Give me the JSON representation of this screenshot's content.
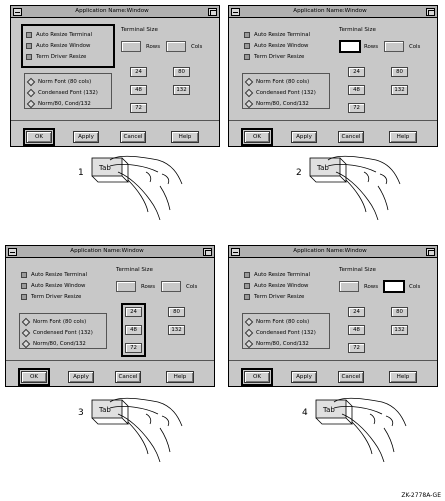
{
  "panels": [
    {
      "step": "1",
      "focus": "checkboxes"
    },
    {
      "step": "2",
      "focus": "rows"
    },
    {
      "step": "3",
      "focus": "presets"
    },
    {
      "step": "4",
      "focus": "cols"
    }
  ],
  "window": {
    "title": "Application Name:Window"
  },
  "checkboxes": [
    "Auto Resize Terminal",
    "Auto Resize Window",
    "Term Driver Resize"
  ],
  "radios": [
    "Norm Font (80 cols)",
    "Condensed Font (132)",
    "Norm/80, Cond/132"
  ],
  "terminal_size": {
    "label": "Terminal Size",
    "rows_label": "Rows",
    "cols_label": "Cols",
    "row_presets": [
      "24",
      "48",
      "72"
    ],
    "col_presets": [
      "80",
      "132"
    ]
  },
  "buttons": {
    "ok": "OK",
    "apply": "Apply",
    "cancel": "Cancel",
    "help": "Help"
  },
  "key": {
    "label": "Tab"
  },
  "figure_id": "ZK-2778A-GE"
}
